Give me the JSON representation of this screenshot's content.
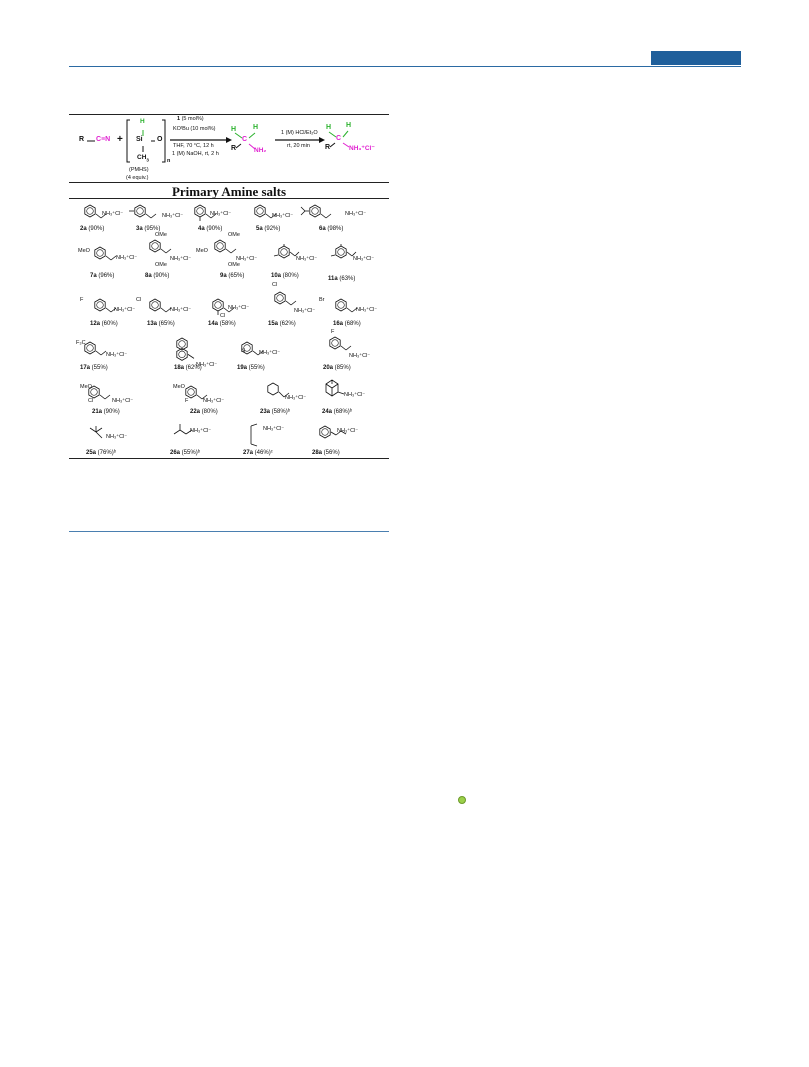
{
  "header": {
    "accent_color": "#1f5f9b"
  },
  "scheme": {
    "r_left": "R",
    "nitrile": "C≡N",
    "plus": "+",
    "h_label": "H",
    "si": "Si",
    "o": "O",
    "ch3": "CH",
    "sub3": "3",
    "n": "n",
    "pmhs": "(PMHS)",
    "equiv": "(4 equiv.)",
    "cond1_bold": "1",
    "cond1": " (5 mol%)",
    "cond2": "KOᵗBu (10 mol%)",
    "cond3": "THF, 70 °C, 12 h",
    "cond4": "1 (M) NaOH, rt, 2 h",
    "amine_h1": "H",
    "amine_h2": "H",
    "amine_c": "C",
    "amine_r": "R",
    "amine_nh2": "NH₂",
    "cond5": "1 (M) HCl/Et₂O",
    "cond6": "rt, 20 min",
    "salt_h1": "H",
    "salt_h2": "H",
    "salt_c": "C",
    "salt_r": "R",
    "salt_nh": "NH₃⁺Cl⁻"
  },
  "section_title": "Primary Amine salts",
  "salt_text": "NH₃⁺Cl⁻",
  "compounds": [
    {
      "id": "2a",
      "yield": " (90%)"
    },
    {
      "id": "3a",
      "yield": " (95%)"
    },
    {
      "id": "4a",
      "yield": " (90%)"
    },
    {
      "id": "5a",
      "yield": " (92%)"
    },
    {
      "id": "6a",
      "yield": " (98%)"
    },
    {
      "id": "7a",
      "yield": " (96%)"
    },
    {
      "id": "8a",
      "yield": " (90%)"
    },
    {
      "id": "9a",
      "yield": " (65%)"
    },
    {
      "id": "10a",
      "yield": " (80%)"
    },
    {
      "id": "11a",
      "yield": " (63%)"
    },
    {
      "id": "12a",
      "yield": " (60%)"
    },
    {
      "id": "13a",
      "yield": " (65%)"
    },
    {
      "id": "14a",
      "yield": " (58%)"
    },
    {
      "id": "15a",
      "yield": " (62%)"
    },
    {
      "id": "16a",
      "yield": " (68%)"
    },
    {
      "id": "17a",
      "yield": " (55%)"
    },
    {
      "id": "18a",
      "yield": " (62%)"
    },
    {
      "id": "19a",
      "yield": " (55%)"
    },
    {
      "id": "20a",
      "yield": " (85%)"
    },
    {
      "id": "21a",
      "yield": " (90%)"
    },
    {
      "id": "22a",
      "yield": " (80%)"
    },
    {
      "id": "23a",
      "yield": " (58%)ᵇ"
    },
    {
      "id": "24a",
      "yield": " (68%)ᵇ"
    },
    {
      "id": "25a",
      "yield": " (76%)ᵇ"
    },
    {
      "id": "26a",
      "yield": " (55%)ᵇ"
    },
    {
      "id": "27a",
      "yield": " (46%)ᶜ"
    },
    {
      "id": "28a",
      "yield": " (56%)"
    }
  ],
  "substituents": {
    "meo": "MeO",
    "ome": "OMe",
    "f": "F",
    "cl": "Cl",
    "br": "Br",
    "f3c": "F₃C",
    "n": "N"
  }
}
